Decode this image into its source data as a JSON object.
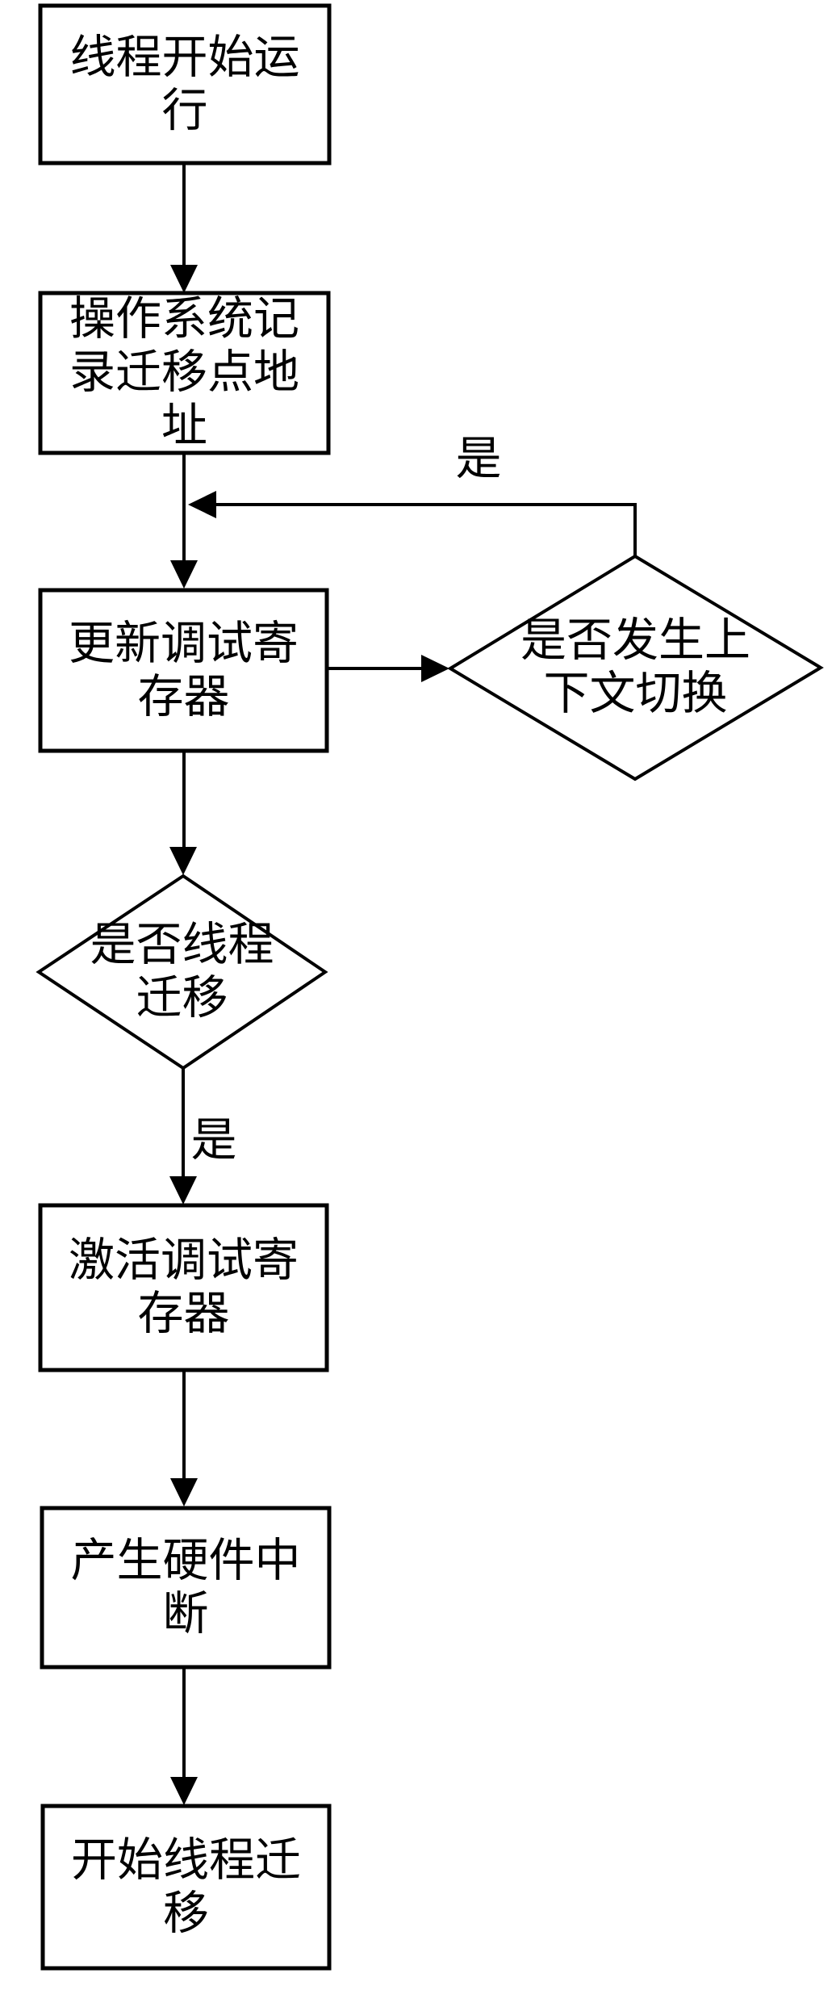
{
  "page": {
    "background_color": "#ffffff",
    "ink_color": "#000000"
  },
  "flowchart": {
    "type": "flowchart",
    "language": "zh-CN",
    "nodes": {
      "start": {
        "id": "start",
        "shape": "process",
        "label": "线程开始运\n行"
      },
      "record": {
        "id": "record",
        "shape": "process",
        "label": "操作系统记\n录迁移点地\n址"
      },
      "update": {
        "id": "update",
        "shape": "process",
        "label": "更新调试寄\n存器"
      },
      "ctxswitch": {
        "id": "ctxswitch",
        "shape": "decision",
        "label": "是否发生上\n下文切换"
      },
      "migrateq": {
        "id": "migrateq",
        "shape": "decision",
        "label": "是否线程\n迁移"
      },
      "activate": {
        "id": "activate",
        "shape": "process",
        "label": "激活调试寄\n存器"
      },
      "interrupt": {
        "id": "interrupt",
        "shape": "process",
        "label": "产生硬件中\n断"
      },
      "begin": {
        "id": "begin",
        "shape": "process",
        "label": "开始线程迁\n移"
      }
    },
    "edge_labels": {
      "ctxswitch_yes": "是",
      "migrateq_yes": "是"
    },
    "edges": [
      {
        "from": "start",
        "to": "record",
        "label": ""
      },
      {
        "from": "record",
        "to": "update",
        "label": ""
      },
      {
        "from": "update",
        "to": "ctxswitch",
        "label": ""
      },
      {
        "from": "ctxswitch",
        "to": "update",
        "label": "是"
      },
      {
        "from": "update",
        "to": "migrateq",
        "label": ""
      },
      {
        "from": "migrateq",
        "to": "activate",
        "label": "是"
      },
      {
        "from": "activate",
        "to": "interrupt",
        "label": ""
      },
      {
        "from": "interrupt",
        "to": "begin",
        "label": ""
      }
    ]
  }
}
